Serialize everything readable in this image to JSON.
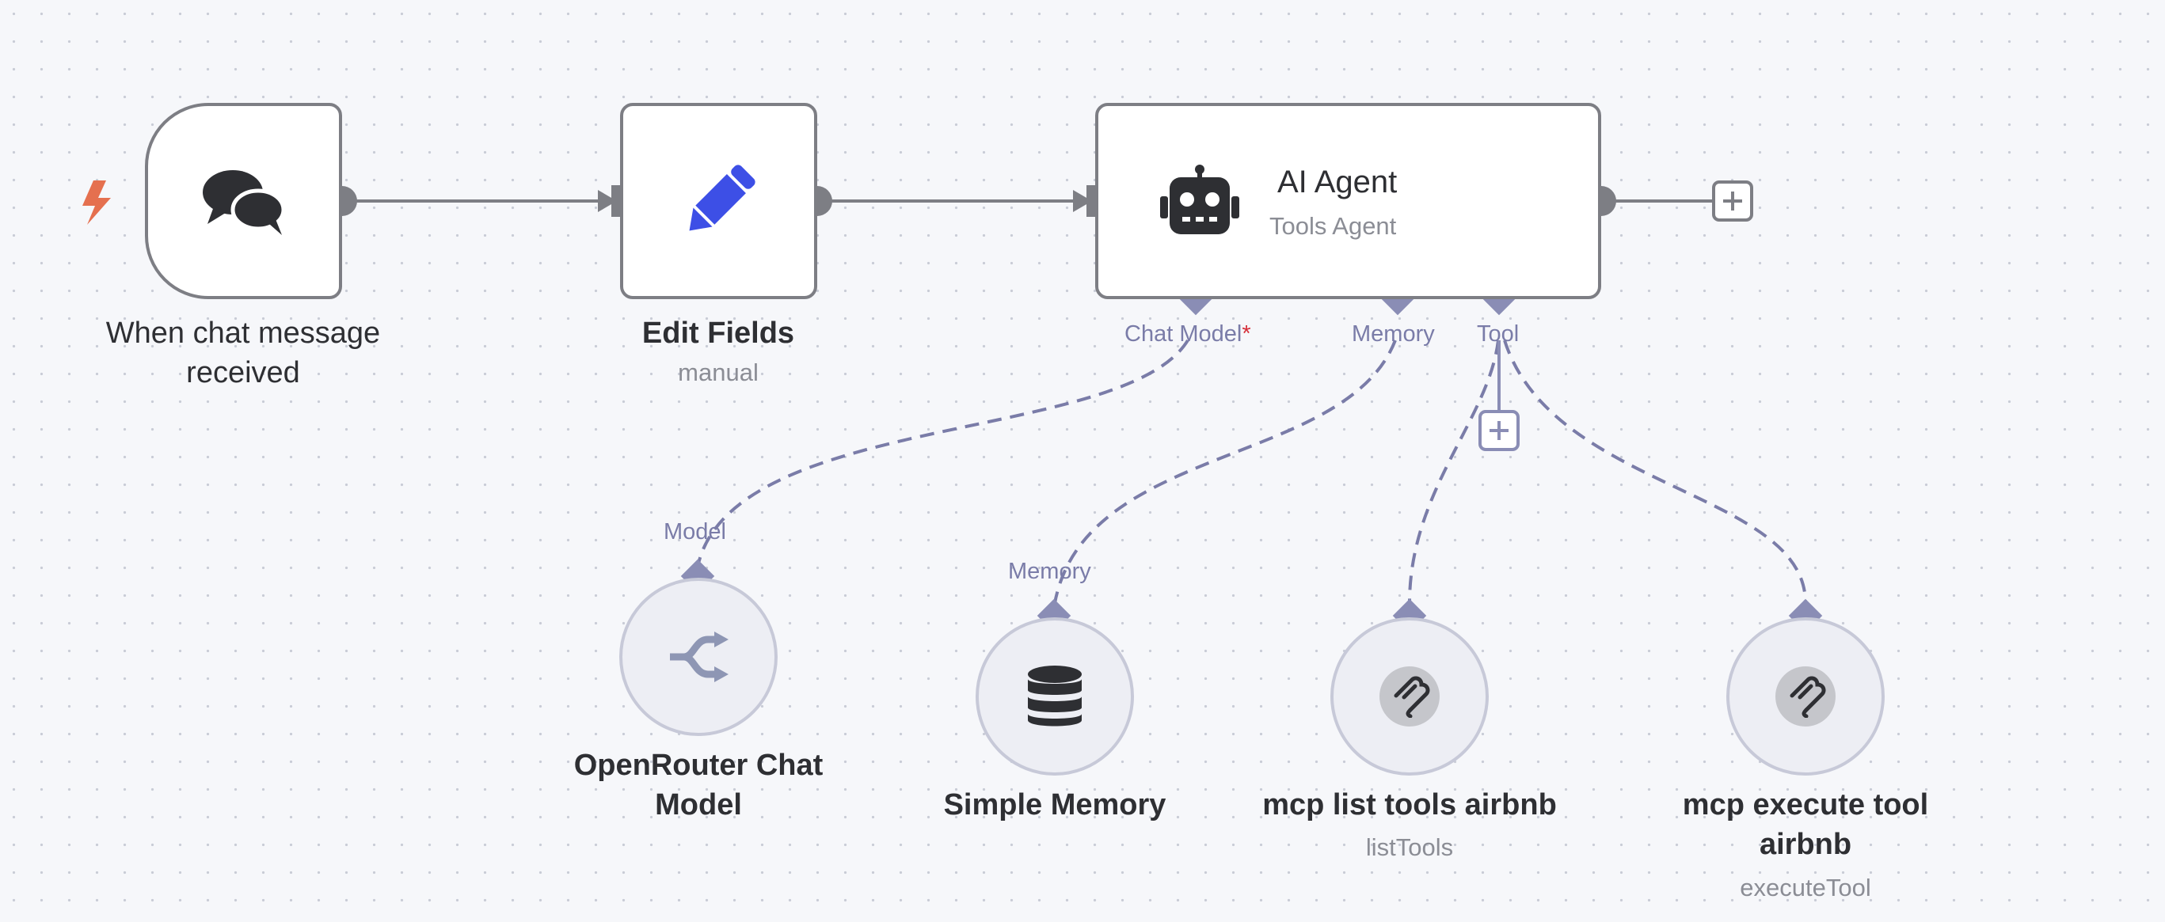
{
  "nodes": {
    "trigger": {
      "label_line1": "When chat message",
      "label_line2": "received",
      "icon": "chat-bubbles-icon"
    },
    "edit_fields": {
      "label": "Edit Fields",
      "sublabel": "manual",
      "icon": "pencil-icon"
    },
    "agent": {
      "title": "AI Agent",
      "subtitle": "Tools Agent",
      "icon": "robot-icon"
    },
    "openrouter": {
      "label_line1": "OpenRouter Chat",
      "label_line2": "Model",
      "icon": "openrouter-icon"
    },
    "memory": {
      "label": "Simple Memory",
      "icon": "database-icon"
    },
    "mcp_list": {
      "label": "mcp list tools airbnb",
      "sublabel": "listTools",
      "icon": "mcp-icon"
    },
    "mcp_exec": {
      "label_line1": "mcp execute tool",
      "label_line2": "airbnb",
      "sublabel": "executeTool",
      "icon": "mcp-icon"
    }
  },
  "ports": {
    "chat_model": "Chat Model",
    "chat_model_required": "*",
    "memory": "Memory",
    "tool": "Tool",
    "model_in": "Model",
    "memory_in": "Memory"
  },
  "colors": {
    "canvas": "#f6f7fa",
    "node_border": "#7d7e84",
    "connection": "#7d7e84",
    "sub_connection": "#7a7ca8",
    "trigger_bolt": "#e5704f",
    "pencil": "#3d4fe6",
    "required": "#d62e39"
  }
}
